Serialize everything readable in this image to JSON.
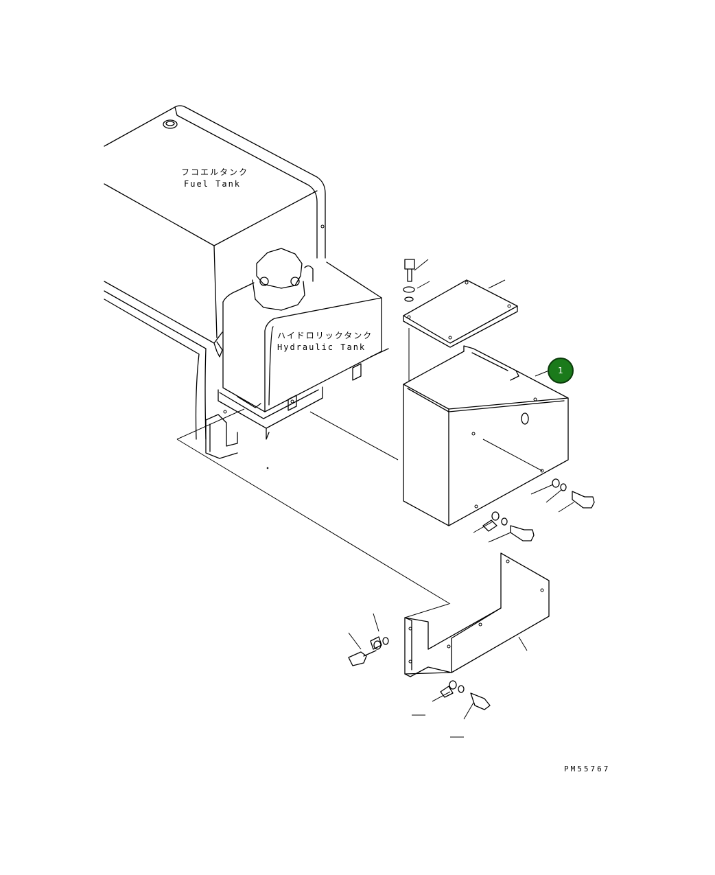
{
  "labels": {
    "fuel_tank_jp": "フコエルタンク",
    "fuel_tank_en": "Fuel Tank",
    "hydraulic_tank_jp": "ハイドロリックタンク",
    "hydraulic_tank_en": "Hydraulic Tank"
  },
  "callouts": [
    {
      "number": "1",
      "color": "#1b7a1b"
    }
  ],
  "drawing_number": "PM55767"
}
